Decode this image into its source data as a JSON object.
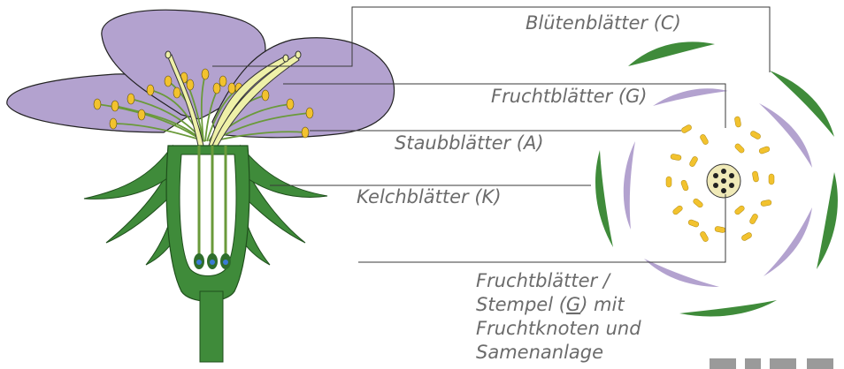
{
  "labels": {
    "petals": "Blütenblätter (C)",
    "carpels": "Fruchtblätter (G)",
    "stamens": "Staubblätter (A)",
    "sepals": "Kelchblätter  (K)",
    "pistil_line1": "Fruchtblätter /",
    "pistil_line2_pre": "Stempel (",
    "pistil_line2_g": "G",
    "pistil_line2_post": ") mit",
    "pistil_line3": "Fruchtknoten und",
    "pistil_line4": "Samenanlage"
  },
  "colors": {
    "petal": "#b3a2cf",
    "sepal": "#3f8b3a",
    "sepal_dark": "#2f6e2c",
    "stamen": "#f2c22e",
    "filament": "#6a9a3a",
    "style": "#eef0a8",
    "ovule": "#3b7bd6",
    "line": "#3a3a3a",
    "text": "#6b6b6b"
  }
}
